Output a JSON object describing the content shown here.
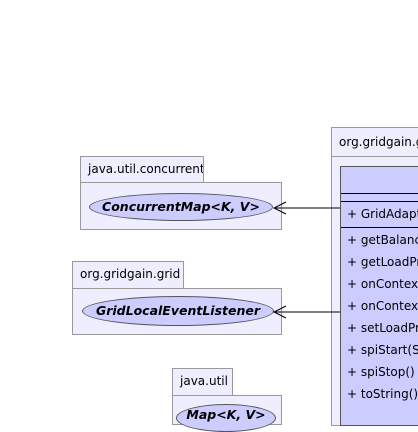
{
  "packages": {
    "concurrent": "java.util.concurrent",
    "grid": "org.gridgain.grid",
    "util": "java.util",
    "main": "org.gridgain.g"
  },
  "interfaces": {
    "concurrent_map": "ConcurrentMap<K, V>",
    "event_listener": "GridLocalEventListener",
    "map_partial": "Map<K, V>"
  },
  "class_members": [
    "+ GridAdapt",
    "+ getBalance",
    "+ getLoadPro",
    "+ onContextI",
    "+ onContextI",
    "+ setLoadPro",
    "+ spiStart(Str",
    "+ spiStop() :",
    "+ toString() :"
  ],
  "colors": {
    "package_fill": "#eeeeff",
    "class_fill": "#ccccff",
    "border": "#999999"
  }
}
